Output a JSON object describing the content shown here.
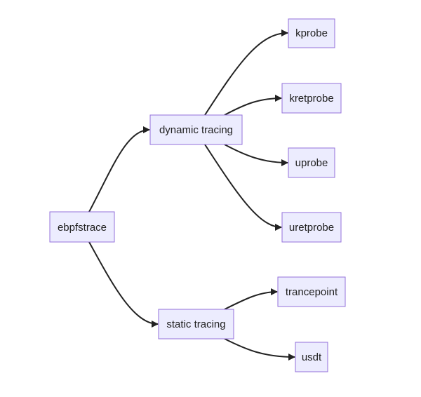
{
  "diagram": {
    "type": "flowchart",
    "direction": "left-to-right",
    "nodes": [
      {
        "id": "root",
        "label": "ebpfstrace"
      },
      {
        "id": "dyn",
        "label": "dynamic tracing"
      },
      {
        "id": "stat",
        "label": "static tracing"
      },
      {
        "id": "kprobe",
        "label": "kprobe"
      },
      {
        "id": "kretprobe",
        "label": "kretprobe"
      },
      {
        "id": "uprobe",
        "label": "uprobe"
      },
      {
        "id": "uretprobe",
        "label": "uretprobe"
      },
      {
        "id": "trancepoint",
        "label": "trancepoint"
      },
      {
        "id": "usdt",
        "label": "usdt"
      }
    ],
    "edges": [
      {
        "from": "root",
        "to": "dyn"
      },
      {
        "from": "root",
        "to": "stat"
      },
      {
        "from": "dyn",
        "to": "kprobe"
      },
      {
        "from": "dyn",
        "to": "kretprobe"
      },
      {
        "from": "dyn",
        "to": "uprobe"
      },
      {
        "from": "dyn",
        "to": "uretprobe"
      },
      {
        "from": "stat",
        "to": "trancepoint"
      },
      {
        "from": "stat",
        "to": "usdt"
      }
    ]
  },
  "colors": {
    "node_fill": "#ececfe",
    "node_border": "#9370db",
    "edge": "#222222",
    "text": "#222222"
  }
}
